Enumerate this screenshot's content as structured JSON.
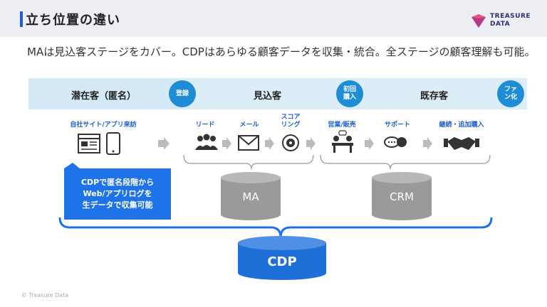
{
  "header": {
    "title": "立ち位置の違い",
    "logo_line1": "TREASURE",
    "logo_line2": "DATA"
  },
  "intro": {
    "text": "MAは見込客ステージをカバー。CDPはあらゆる顧客データを収集・統合。全ステージの顧客理解も可能。"
  },
  "stages": {
    "anonymous": "潜在客（匿名）",
    "prospect": "見込客",
    "customer": "既存客"
  },
  "transitions": {
    "register": "登録",
    "first_purchase_1": "初回",
    "first_purchase_2": "購入",
    "fan_1": "ファ",
    "fan_2": "ン化"
  },
  "touchpoints": {
    "own_site_app": "自社サイト/アプリ来訪",
    "lead": "リード",
    "mail": "メール",
    "scoring_1": "スコア",
    "scoring_2": "リング",
    "sales": "営業/販売",
    "support": "サポート",
    "repeat": "継続・追加購入"
  },
  "callout": {
    "line1": "CDPで匿名段階から",
    "line2": "Web/アプリログを",
    "line3": "生データで収集可能"
  },
  "databases": {
    "ma": "MA",
    "crm": "CRM",
    "cdp": "CDP"
  },
  "footer": {
    "copyright": "© Treasure Data"
  },
  "colors": {
    "accent": "#1f5fd1",
    "band": "#dcedf8",
    "circle": "#1f8dd6",
    "callout": "#1e73e8",
    "db_gray": "#9a9a9a",
    "cdp_blue": "#1f6fd8"
  }
}
